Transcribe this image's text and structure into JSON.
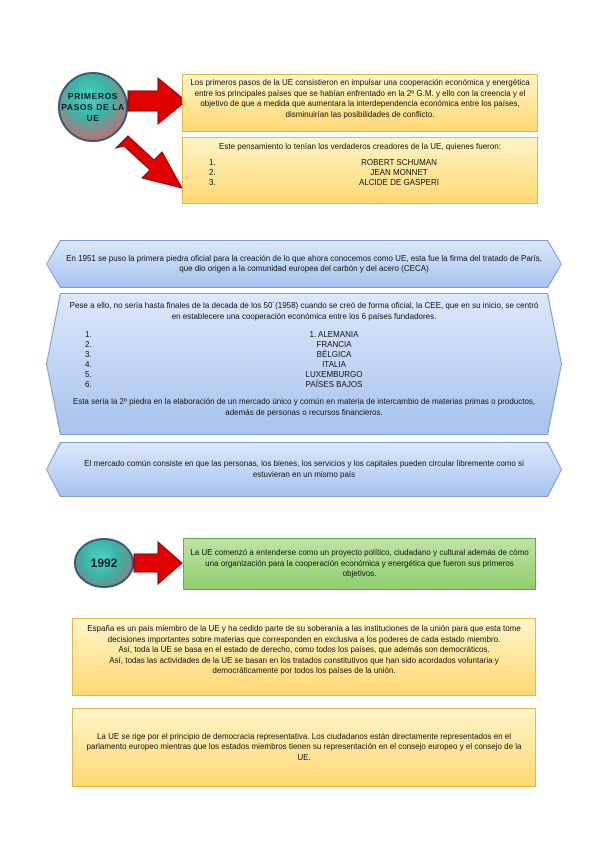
{
  "section1": {
    "circle_label": "PRIMEROS PASOS DE LA UE",
    "box1_text": "Los primeros pasos de la UE consistieron en impulsar una cooperación económica y energética entre los principales países que se habían enfrentado en la 2º G.M. y ello con la creencia y el objetivo de que a medida que aumentara la interdependencia económica entre los países, disminuirían las posibilidades de conflicto.",
    "box2_intro": "Este pensamiento lo tenían los verdaderos creadores de la UE, quienes fueron:",
    "founders": [
      {
        "num": "1.",
        "name": "ROBERT SCHUMAN"
      },
      {
        "num": "2.",
        "name": "JEAN MONNET"
      },
      {
        "num": "3.",
        "name": "ALCIDE DE GASPERI"
      }
    ]
  },
  "band1_text": "En 1951 se puso la primera piedra oficial para la creación de lo que ahora conocemos como UE, esta fue la firma del tratado de París, que dio origen a la comunidad europea del carbón y del acero (CECA)",
  "band2": {
    "intro": "Pese a ello, no sería hasta finales de la decada de los 50´(1958) cuando se creó de forma oficial, la CEE, que en su inicio, se centró en establecere una cooperación económica entre los 6 países fundadores.",
    "countries": [
      {
        "num": "1.",
        "name": "1. ALEMANIA"
      },
      {
        "num": "2.",
        "name": "FRANCIA"
      },
      {
        "num": "3.",
        "name": "BÉLGICA"
      },
      {
        "num": "4.",
        "name": "ITALIA"
      },
      {
        "num": "5.",
        "name": "LUXEMBURGO"
      },
      {
        "num": "6.",
        "name": "PAÍSES BAJOS"
      }
    ],
    "outro": "Esta sería la 2º piedra en la elaboración de un mercado único y común en materia de intercambio de materias primas o productos, además de personas o recursos financieros."
  },
  "band3_text": "El mercado común consiste en que las personas, los bienes, los servicios y los capitales pueden circular libremente como si estuvieran en un mismo país",
  "section1992": {
    "circle_label": "1992",
    "box_text": "La UE comenzó a entenderse como un proyecto político, ciudadano y cultural además de cómo una organización para la cooperación económica y energética que fueron sus primeros objetivos."
  },
  "box_spain": {
    "p1": "España es un país miembro de la UE y ha cedido parte de su soberanía a las instituciones de la unión para que esta tome decisiones importantes sobre materias que corresponden en exclusiva a los poderes de cada estado miembro.",
    "p2": "Así, toda la UE se basa en el estado de derecho, como todos los países, que además son democráticos.",
    "p3": "Así, todas las actividades de la UE se basan en los tratados constitutivos que han sido acordados voluntaria y democráticamente por todos los países de la unión."
  },
  "box_democracy_text": "La UE se rige por el principio de democracia representativa. Los ciudadanos están directamente representados en el parlamento europeo mientras que los estados miembros tienen su representación en el consejo europeo y el consejo de la UE.",
  "colors": {
    "arrow": "#e00000",
    "yellow_box": "#ffd873",
    "green_box": "#8fce6e",
    "blue_band": "#a8c3ee"
  }
}
